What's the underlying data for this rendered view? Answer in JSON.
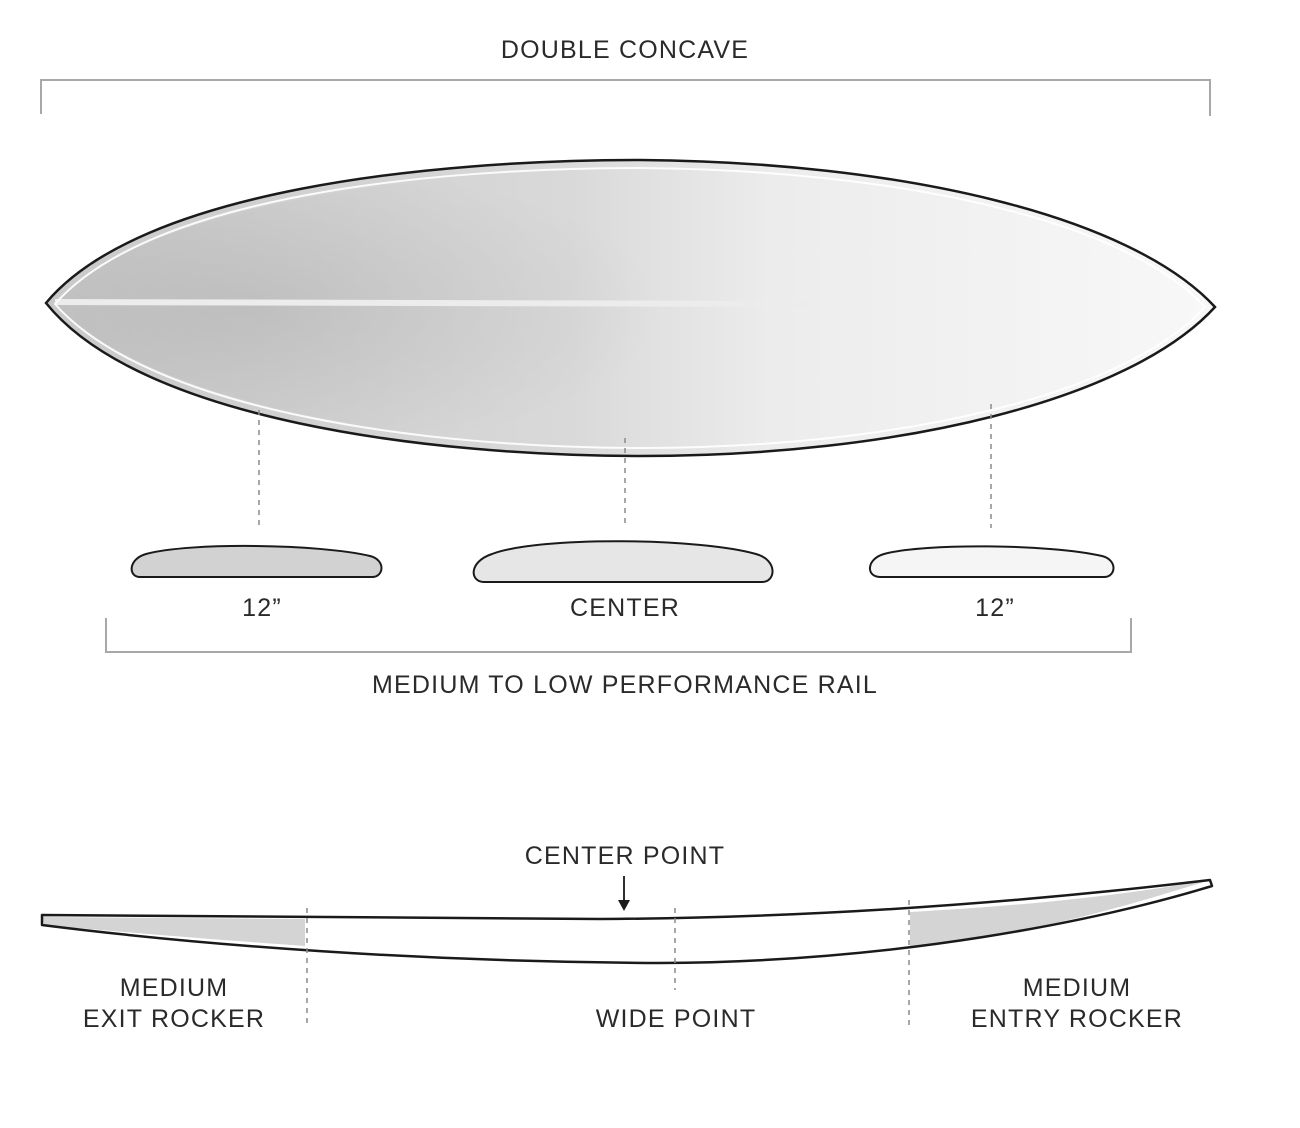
{
  "top_view": {
    "bracket_title": "DOUBLE CONCAVE",
    "rail_labels": [
      "12”",
      "CENTER",
      "12”"
    ],
    "rail_bracket_title": "MEDIUM TO LOW PERFORMANCE RAIL"
  },
  "side_view": {
    "center_point_label": "CENTER POINT",
    "exit_rocker_line1": "MEDIUM",
    "exit_rocker_line2": "EXIT ROCKER",
    "wide_point_label": "WIDE POINT",
    "entry_rocker_line1": "MEDIUM",
    "entry_rocker_line2": "ENTRY ROCKER"
  },
  "colors": {
    "outline": "#1a1a1a",
    "dashed_line": "#8a8a8a",
    "bracket": "#a8a8a8",
    "rocker_shade": "#d4d4d4"
  }
}
